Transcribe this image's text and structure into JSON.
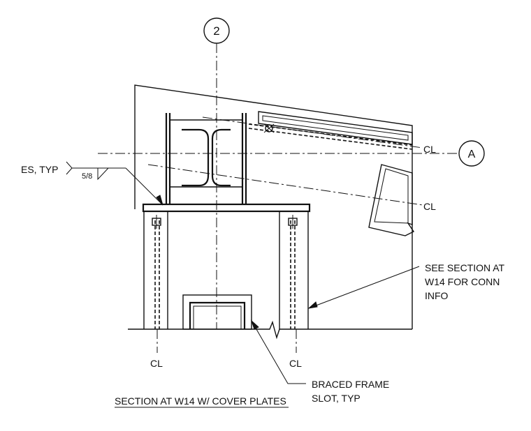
{
  "labels": {
    "grid_2": "2",
    "grid_a": "A",
    "cl_top": "CL",
    "cl_mid": "CL",
    "cl_bottom_left": "CL",
    "cl_bottom_right": "CL",
    "weld_callout": "ES, TYP",
    "weld_size": "5/8",
    "see_section": [
      "SEE SECTION AT",
      "W14 FOR CONN",
      "INFO"
    ],
    "braced_frame": [
      "BRACED FRAME",
      "SLOT, TYP"
    ],
    "title": "SECTION AT W14 W/ COVER PLATES"
  }
}
